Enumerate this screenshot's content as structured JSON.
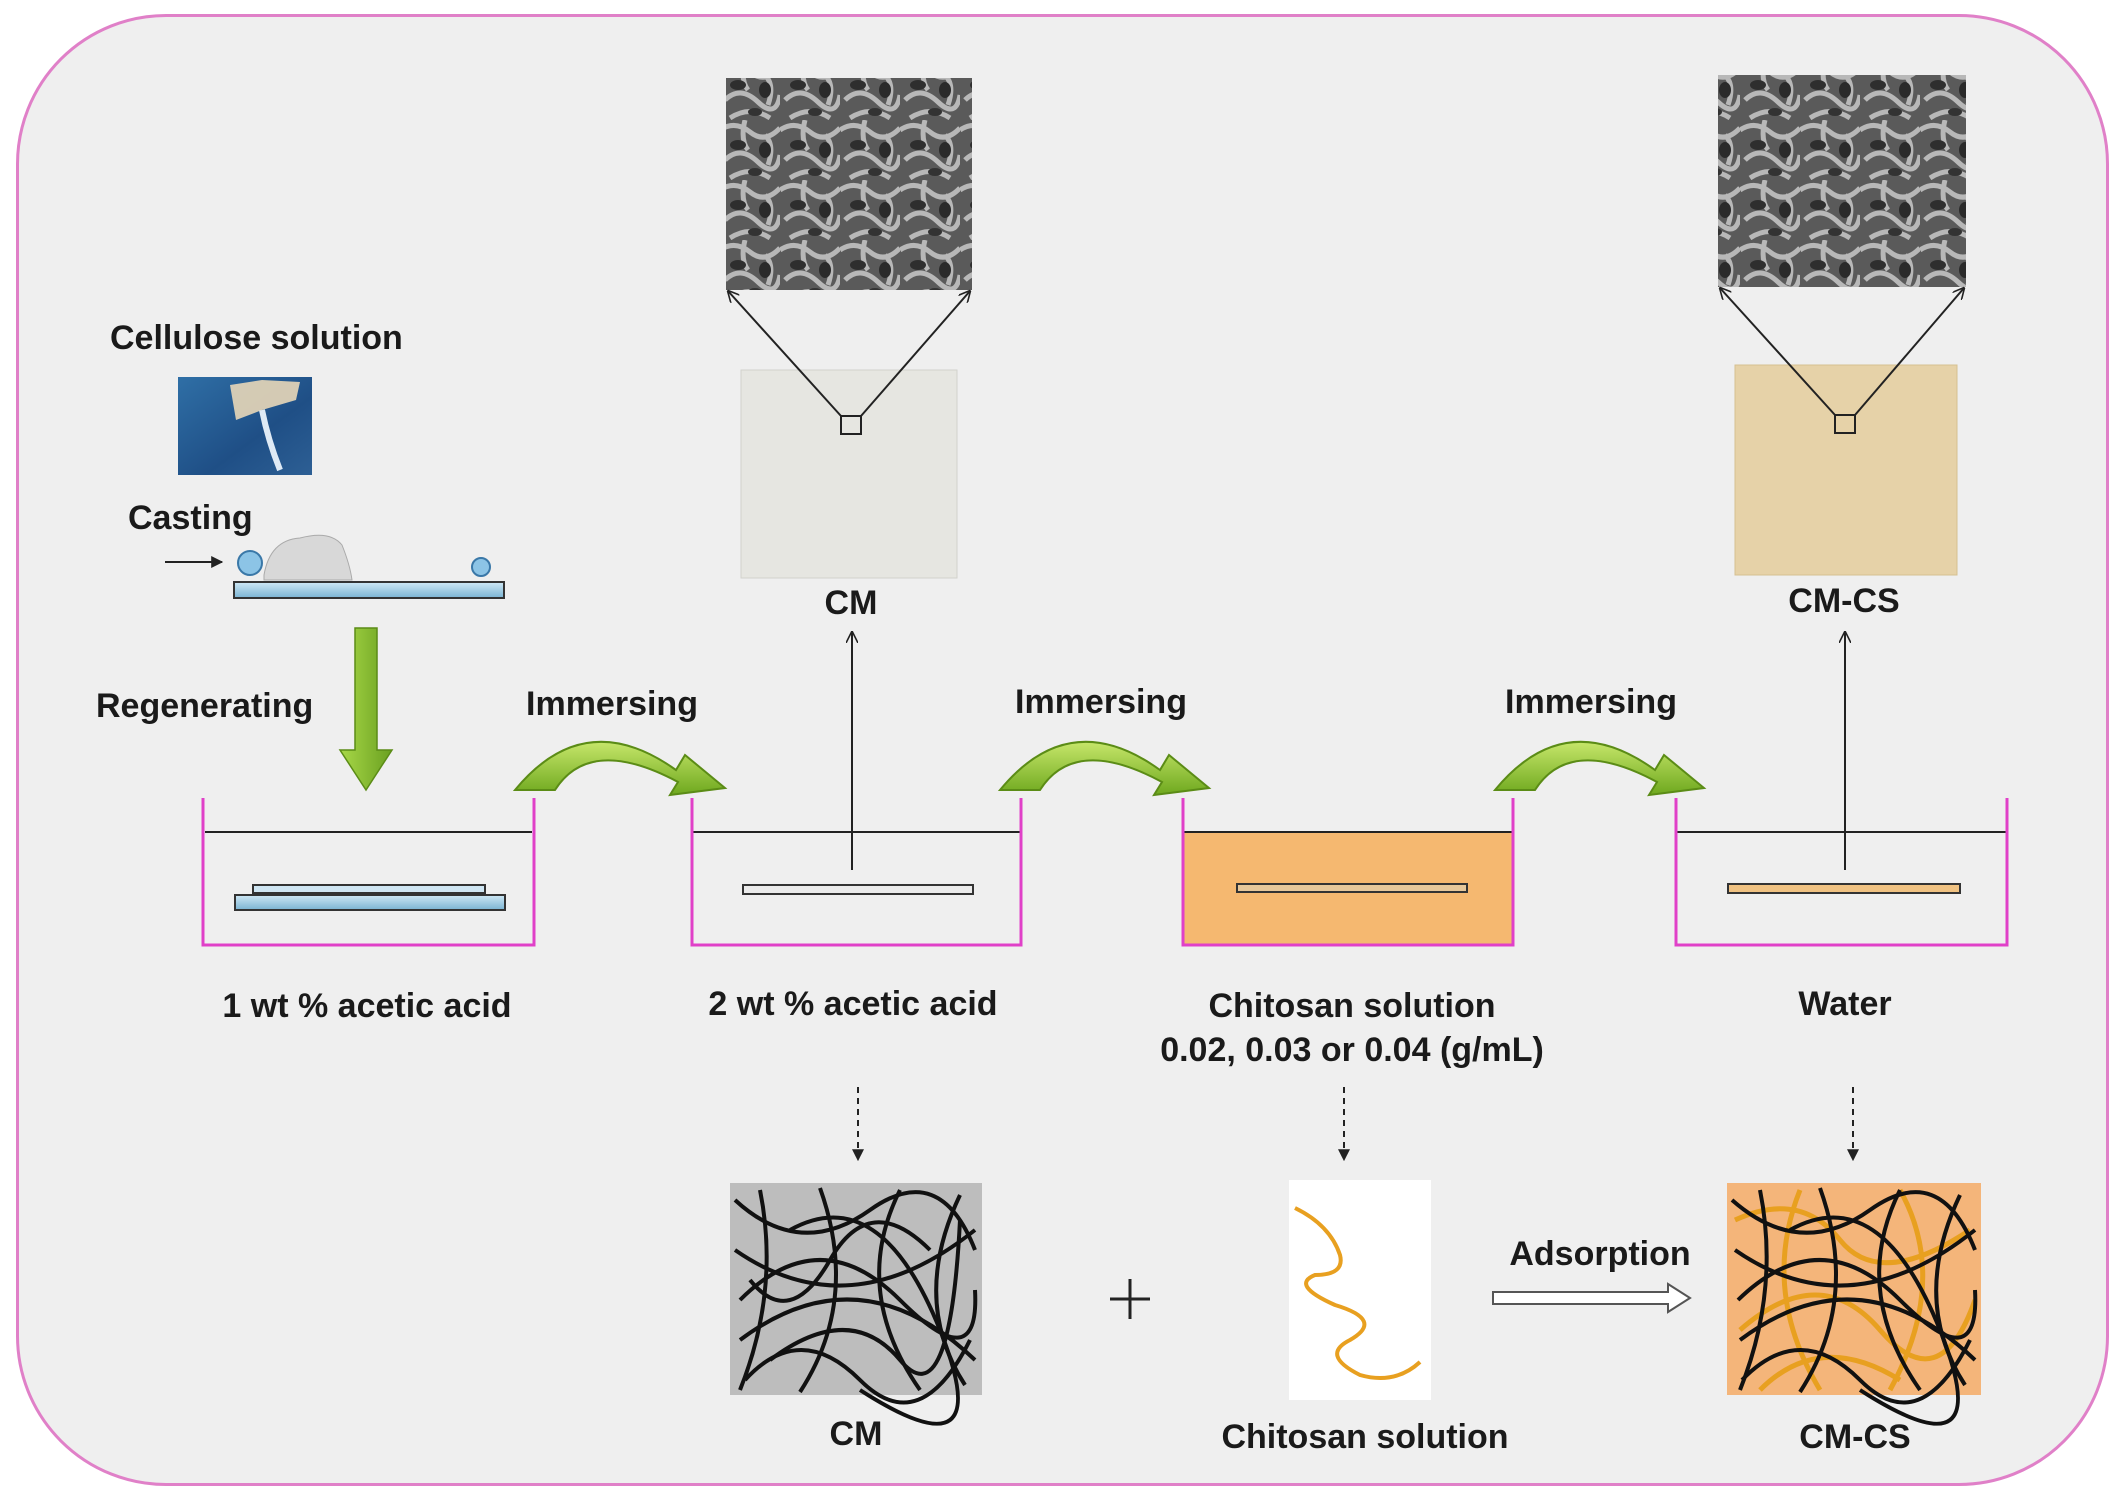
{
  "labels": {
    "cellulose_solution": "Cellulose solution",
    "casting": "Casting",
    "regenerating": "Regenerating",
    "immersing_1": "Immersing",
    "immersing_2": "Immersing",
    "immersing_3": "Immersing",
    "bath_1": "1 wt % acetic acid",
    "bath_2": "2 wt % acetic acid",
    "bath_3_line1": "Chitosan solution",
    "bath_3_line2": "0.02, 0.03 or 0.04 (g/mL)",
    "bath_4": "Water",
    "product_top_1": "CM",
    "product_top_2": "CM-CS",
    "bottom_cm": "CM",
    "bottom_chitosan": "Chitosan solution",
    "bottom_cmcs": "CM-CS",
    "adsorption": "Adsorption",
    "plus": "+"
  },
  "colors": {
    "frame_border": "#e080c8",
    "background": "#efefef",
    "bath_wall": "#e040c8",
    "curved_arrow_green": "#8cc63f",
    "chitosan_fill": "#f5b870",
    "chitosan_fiber": "#e8a020",
    "cm_membrane": "#e8e8e2",
    "cmcs_membrane": "#e6d2a8"
  }
}
